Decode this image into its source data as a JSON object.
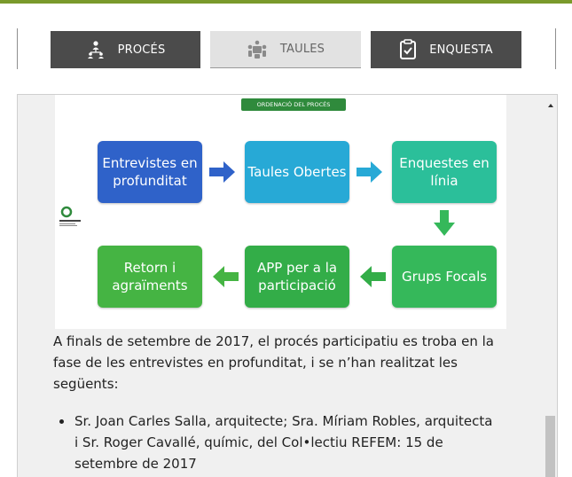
{
  "tabs": [
    {
      "label": "PROCÉS",
      "icon": "people-network-icon",
      "state": "active"
    },
    {
      "label": "TAULES",
      "icon": "meeting-table-icon",
      "state": "selected"
    },
    {
      "label": "ENQUESTA",
      "icon": "clipboard-check-icon",
      "state": "active"
    }
  ],
  "diagram": {
    "title": "ORDENACIÓ DEL PROCÉS",
    "steps": [
      {
        "label": "Entrevistes en profunditat",
        "color": "#2f62c9"
      },
      {
        "label": "Taules Obertes",
        "color": "#27a9d6"
      },
      {
        "label": "Enquestes en línia",
        "color": "#2bbf9a"
      },
      {
        "label": "Grups Focals",
        "color": "#35b85a"
      },
      {
        "label": "APP per a la participació",
        "color": "#33ad48"
      },
      {
        "label": "Retorn i agraïments",
        "color": "#45b443"
      }
    ]
  },
  "content": {
    "paragraph": "A finals de setembre de 2017, el procés participatiu es troba en la fase de les entrevistes en profunditat, i se n’han realitzat les següents:",
    "bullets": [
      "Sr. Joan Carles Salla, arquitecte; Sra. Míriam Robles, arquitecta i Sr. Roger Cavallé, químic, del Col•lectiu REFEM: 15 de setembre de 2017"
    ]
  },
  "colors": {
    "accent_bar": "#7a9a2b",
    "tab_dark": "#4b4b4b",
    "tab_light": "#e2e2e2"
  }
}
